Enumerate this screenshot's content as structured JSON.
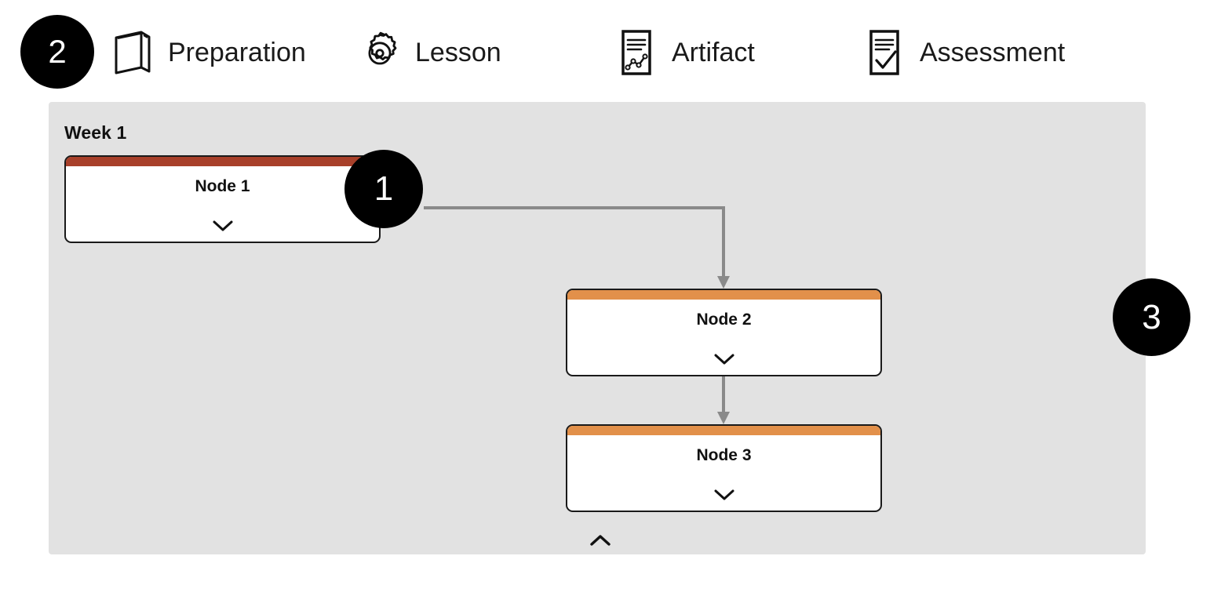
{
  "toolbar": {
    "items": [
      {
        "icon": "book-icon",
        "label": "Preparation"
      },
      {
        "icon": "gear-icon",
        "label": "Lesson"
      },
      {
        "icon": "chart-document-icon",
        "label": "Artifact"
      },
      {
        "icon": "checklist-document-icon",
        "label": "Assessment"
      }
    ]
  },
  "badges": [
    {
      "id": "badge-1",
      "label": "1"
    },
    {
      "id": "badge-2",
      "label": "2"
    },
    {
      "id": "badge-3",
      "label": "3"
    }
  ],
  "panel": {
    "title": "Week 1",
    "background_color": "#e2e2e2",
    "collapse_icon": "chevron-up-icon"
  },
  "nodes": [
    {
      "id": "node-1",
      "title": "Node 1",
      "accent_color": "#a8402a",
      "expand_icon": "chevron-down-icon"
    },
    {
      "id": "node-2",
      "title": "Node 2",
      "accent_color": "#e2904a",
      "expand_icon": "chevron-down-icon"
    },
    {
      "id": "node-3",
      "title": "Node 3",
      "accent_color": "#e2904a",
      "expand_icon": "chevron-down-icon"
    }
  ],
  "connectors": [
    {
      "from": "node-1",
      "to": "node-2",
      "color": "#8a8a8a"
    },
    {
      "from": "node-2",
      "to": "node-3",
      "color": "#8a8a8a"
    }
  ],
  "colors": {
    "badge_background": "#000000",
    "badge_text": "#ffffff",
    "node_border": "#1a1a1a",
    "connector": "#8a8a8a",
    "canvas": "#ffffff"
  }
}
